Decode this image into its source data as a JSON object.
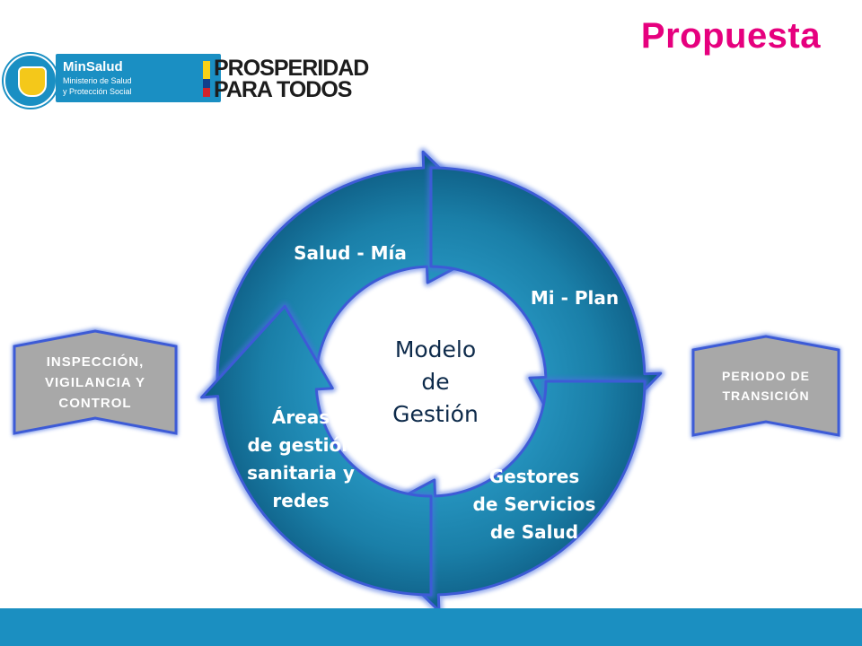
{
  "header": {
    "title": "Propuesta"
  },
  "logos": {
    "minsalud_name": "MinSalud",
    "minsalud_line1": "Ministerio de Salud",
    "minsalud_line2": "y Protección Social",
    "prosperidad_line1": "PROSPERIDAD",
    "prosperidad_line2": "PARA TODOS"
  },
  "cycle": {
    "center_line1": "Modelo",
    "center_line2": "de",
    "center_line3": "Gestión",
    "segments": [
      {
        "lines": [
          "Salud - Mía"
        ]
      },
      {
        "lines": [
          "Mi - Plan"
        ]
      },
      {
        "lines": [
          "Gestores",
          "de Servicios",
          "de Salud"
        ]
      },
      {
        "lines": [
          "Áreas",
          "de gestión",
          "sanitaria y",
          "redes"
        ]
      }
    ]
  },
  "side_boxes": {
    "left_line1": "INSPECCIÓN,",
    "left_line2": "VIGILANCIA Y",
    "left_line3": "CONTROL",
    "right_line1": "PERIODO DE",
    "right_line2": "TRANSICIÓN"
  },
  "colors": {
    "title": "#e6007e",
    "cycle_fill": "#1a7fa8",
    "cycle_glow": "#4a6fe0",
    "footer": "#1b8fc1",
    "side_box": "#a8a8a8"
  }
}
